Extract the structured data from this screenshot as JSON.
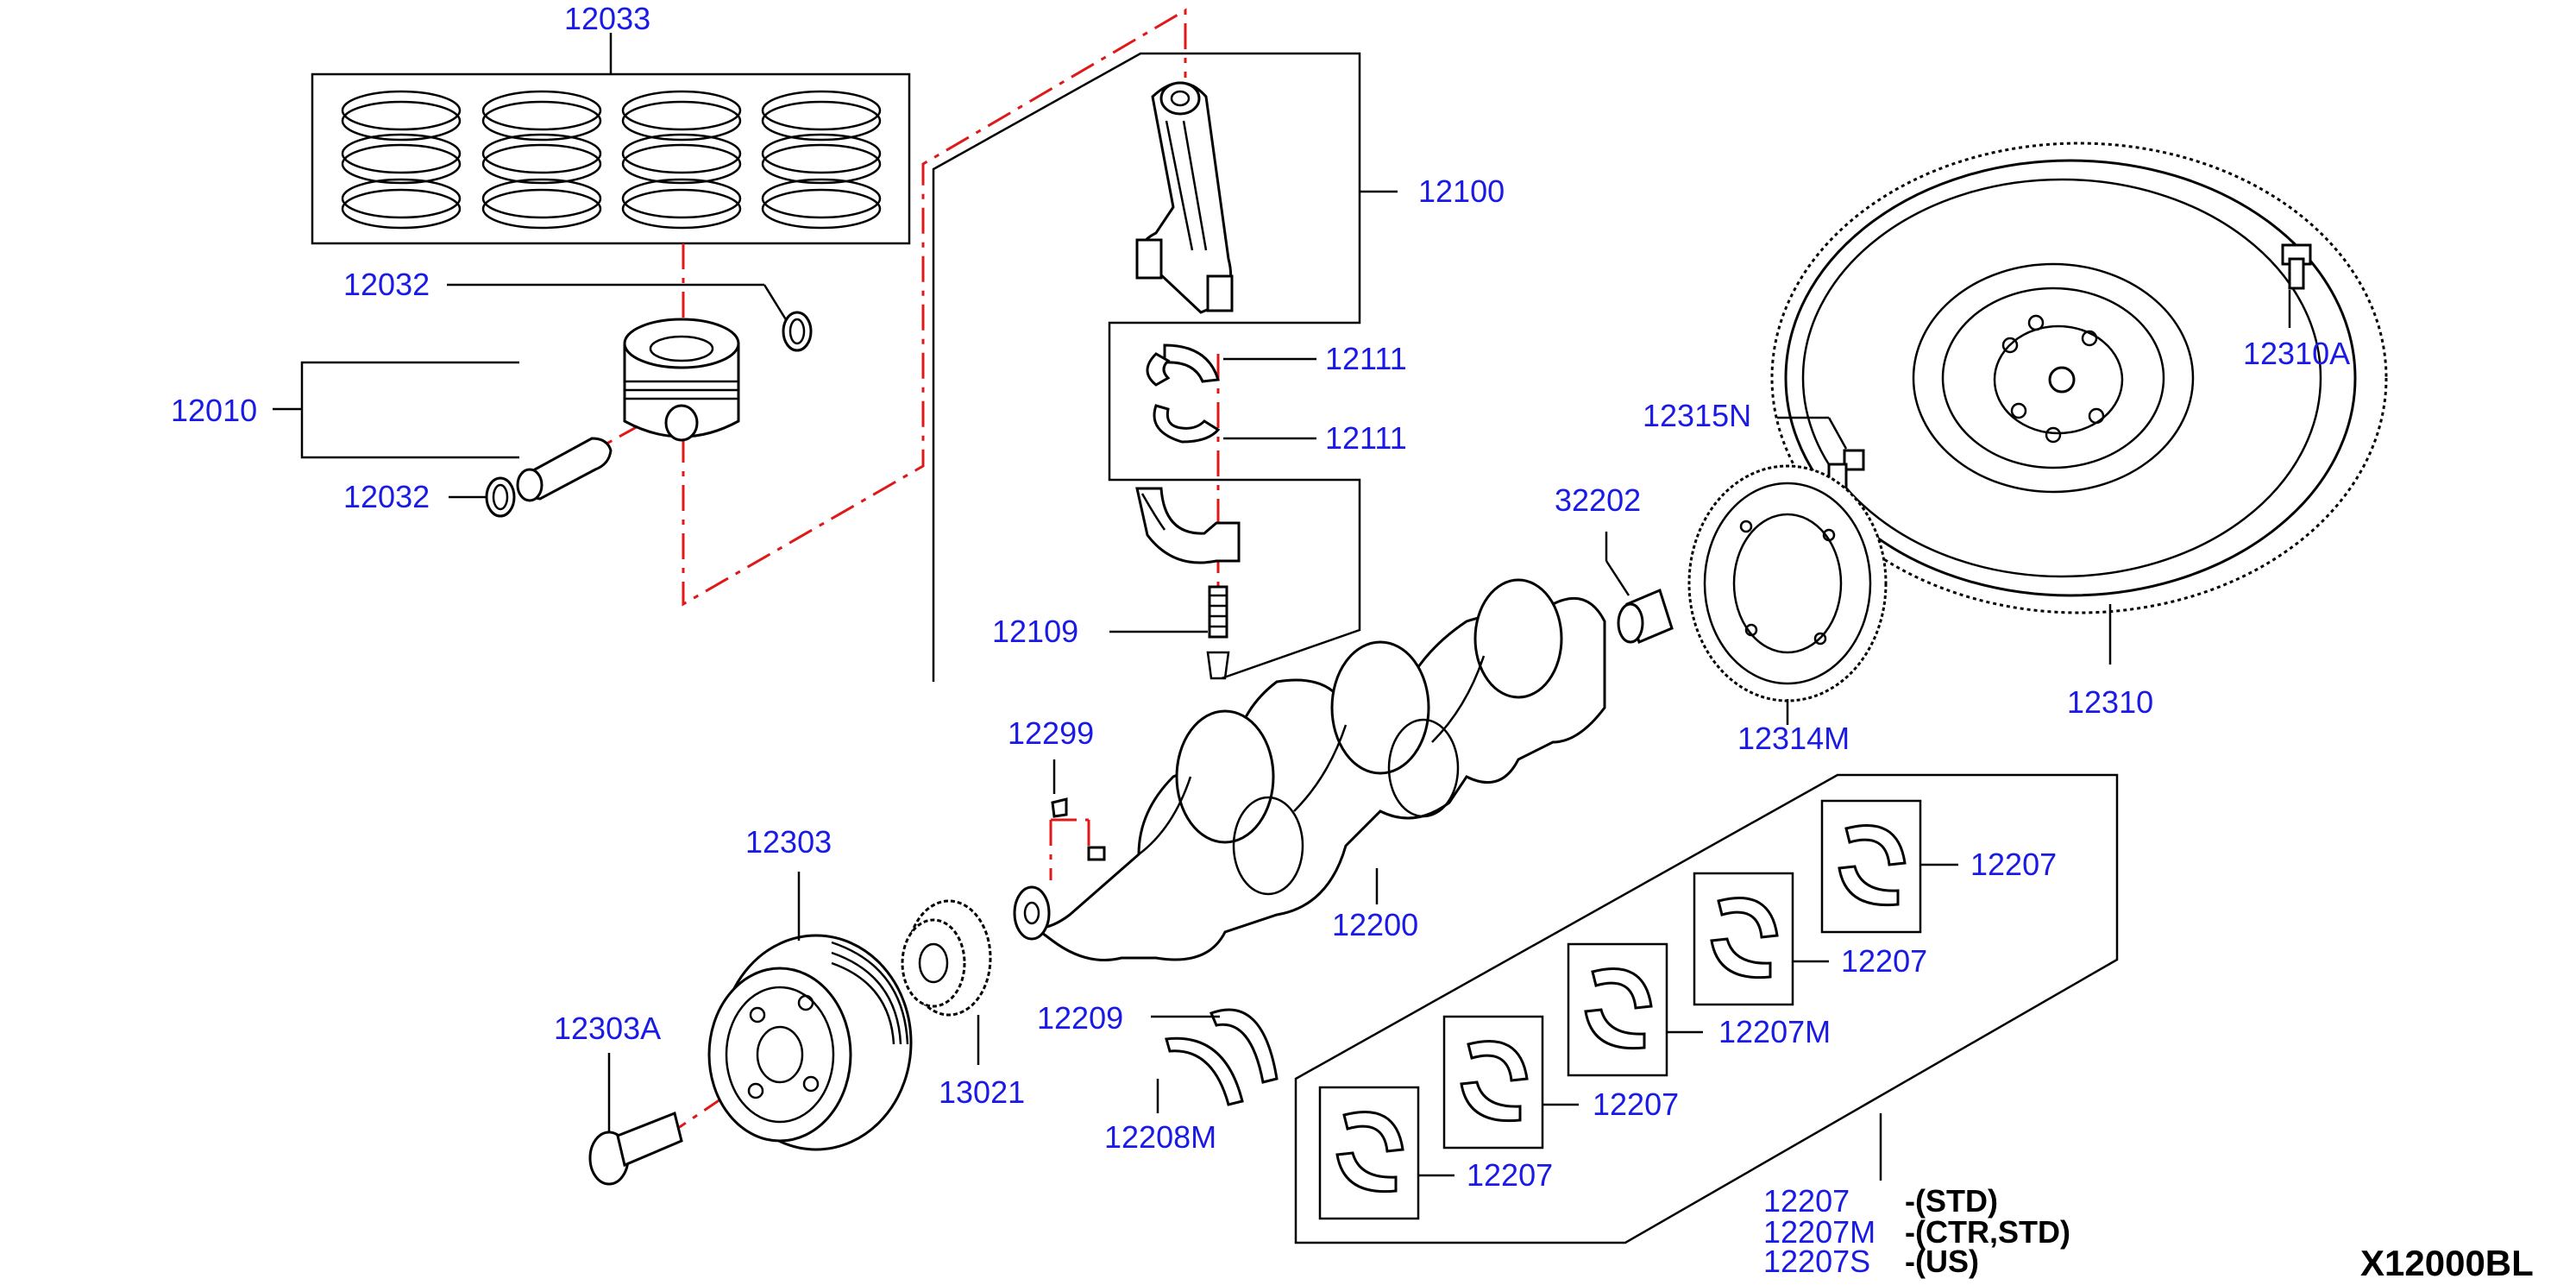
{
  "colors": {
    "part_number": "#1a1ae6",
    "alignment_line": "#e01818",
    "outline": "#000000"
  },
  "labels": {
    "p12033": "12033",
    "p12100": "12100",
    "p12032a": "12032",
    "p12010": "12010",
    "p12032b": "12032",
    "p12111a": "12111",
    "p12111b": "12111",
    "p12109": "12109",
    "p12299": "12299",
    "p12315N": "12315N",
    "p32202": "32202",
    "p12310A": "12310A",
    "p12314M": "12314M",
    "p12310": "12310",
    "p12303": "12303",
    "p12303A": "12303A",
    "p13021": "13021",
    "p12200": "12200",
    "p12209": "12209",
    "p12208M": "12208M",
    "p12207a": "12207",
    "p12207b": "12207",
    "p12207M": "12207M",
    "p12207c": "12207",
    "p12207d": "12207"
  },
  "legend": [
    {
      "code": "12207",
      "desc": "-(STD)"
    },
    {
      "code": "12207M",
      "desc": "-(CTR,STD)"
    },
    {
      "code": "12207S",
      "desc": "-(US)"
    }
  ],
  "reference_code": "X12000BL"
}
